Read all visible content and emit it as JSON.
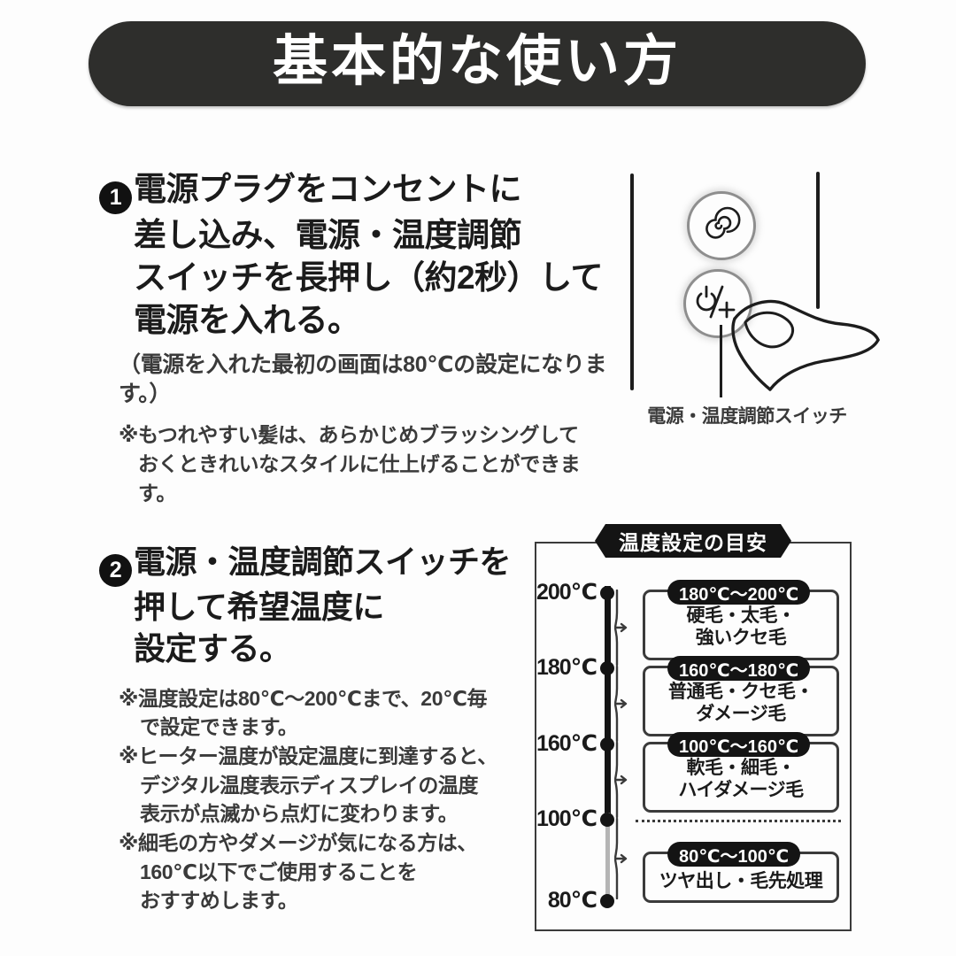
{
  "header": {
    "title": "基本的な使い方"
  },
  "steps": [
    {
      "number": "❶",
      "bullet_label": "1",
      "lines": [
        "電源プラグをコンセントに",
        "差し込み、電源・温度調節",
        "スイッチを長押し（約2秒）して",
        "電源を入れる。"
      ],
      "paren_note": "（電源を入れた最初の画面は80℃の設定になります。）",
      "asterisk_note": {
        "line1": "※もつれやすい髪は、あらかじめブラッシングして",
        "line2": "おくときれいなスタイルに仕上げることができます。"
      }
    },
    {
      "number": "❷",
      "bullet_label": "2",
      "lines": [
        "電源・温度調節スイッチを",
        "押して希望温度に",
        "設定する。"
      ],
      "notes": [
        {
          "line1": "※温度設定は80℃〜200℃まで、20℃毎",
          "line2": "で設定できます。"
        },
        {
          "line1": "※ヒーター温度が設定温度に到達すると、",
          "line2": "デジタル温度表示ディスプレイの温度",
          "line3": "表示が点滅から点灯に変わります。"
        },
        {
          "line1": "※細毛の方やダメージが気になる方は、",
          "line2": "160℃以下でご使用することを",
          "line3": "おすすめします。"
        }
      ]
    }
  ],
  "device_figure": {
    "caption": "電源・温度調節スイッチ",
    "buttons": [
      {
        "icon": "spiral-icon",
        "label": ""
      },
      {
        "icon": "power-plus-icon",
        "label": ""
      }
    ]
  },
  "temp_panel": {
    "banner_title": "温度設定の目安",
    "scale_ticks": [
      "200℃",
      "180℃",
      "160℃",
      "100℃",
      "80℃"
    ],
    "ranges": [
      {
        "pill": "180℃〜200℃",
        "desc_line1": "硬毛・太毛・",
        "desc_line2": "強いクセ毛"
      },
      {
        "pill": "160℃〜180℃",
        "desc_line1": "普通毛・クセ毛・",
        "desc_line2": "ダメージ毛"
      },
      {
        "pill": "100℃〜160℃",
        "desc_line1": "軟毛・細毛・",
        "desc_line2": "ハイダメージ毛"
      },
      {
        "pill": "80℃〜100℃",
        "desc_line1": "ツヤ出し・毛先処理",
        "desc_line2": ""
      }
    ]
  },
  "colors": {
    "ink": "#1b1b1b",
    "banner_bg": "#2e2e2c",
    "panel_border": "#3b3b3b",
    "cool_scale": "#b5b5b5",
    "page_bg": "#fdfdfd"
  }
}
